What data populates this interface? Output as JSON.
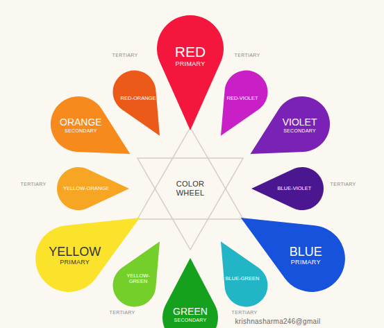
{
  "diagram": {
    "nodes": [
      {
        "text": [
          "RED",
          "PRIMARY"
        ]
      },
      {
        "text": [
          "RED-ORANGE"
        ]
      },
      {
        "text": [
          "RED-VIOLET"
        ]
      },
      {
        "text": [
          "ORANGE",
          "SECONDARY"
        ]
      },
      {
        "text": [
          "VIOLET",
          "SECONDARY"
        ]
      },
      {
        "text": [
          "YELLOW-ORANGE"
        ]
      },
      {
        "text": [
          "BLUE-VIOLET"
        ]
      },
      {
        "text": [
          "YELLOW",
          "PRIMARY"
        ]
      },
      {
        "text": [
          "BLUE",
          "PRIMARY"
        ]
      },
      {
        "text": [
          "YELLOW-GREEN"
        ]
      },
      {
        "text": [
          "BLUE-GREEN"
        ]
      },
      {
        "text": [
          "GREEN",
          "SECONDARY"
        ]
      }
    ],
    "labels": [
      "TERTIARY",
      "TERTIARY",
      "COLOR WHEEL",
      "TERTIARY",
      "TERTIARY",
      "TERTIARY",
      "TERTIARY",
      "krishnasharma246@gmail"
    ]
  }
}
